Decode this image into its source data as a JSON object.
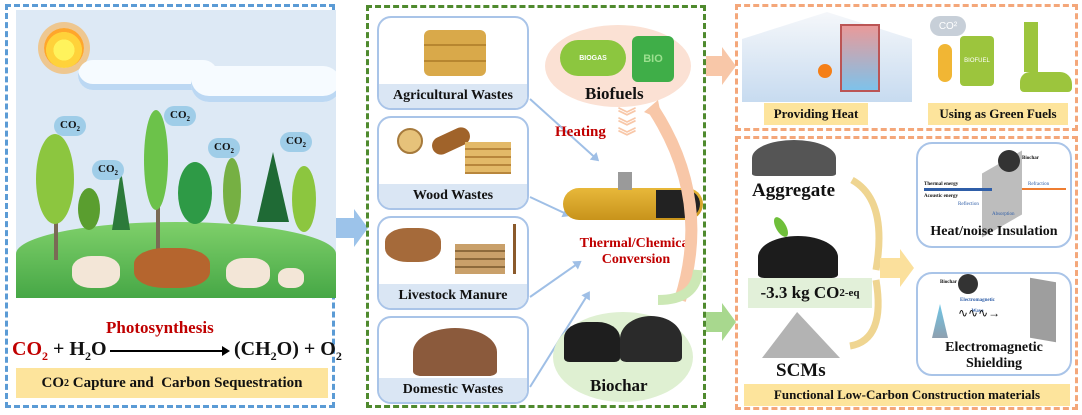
{
  "left_panel": {
    "co2_bubbles": [
      "CO",
      "CO",
      "CO",
      "CO",
      "CO"
    ],
    "co2_subscript": "2",
    "equation": {
      "reactant_co2": "CO",
      "reactant_co2_sub": "2",
      "plus_water": "+ H",
      "water_sub": "2",
      "water_tail": "O",
      "process": "Photosynthesis",
      "product_head": "(CH",
      "product_sub": "2",
      "product_tail": "O) + O",
      "oxygen_sub": "2"
    },
    "caption_head": "CO",
    "caption_sub": "2",
    "caption_tail": " Capture and  Carbon Sequestration"
  },
  "middle_panel": {
    "wastes": [
      {
        "label": "Agricultural Wastes"
      },
      {
        "label": "Wood Wastes"
      },
      {
        "label": "Livestock Manure"
      },
      {
        "label": "Domestic Wastes"
      }
    ],
    "biofuels": {
      "label": "Biofuels",
      "tank_text": "BIOGAS",
      "can_text": "BIO"
    },
    "heating_label": "Heating",
    "conversion_label_1": "Thermal/Chemical",
    "conversion_label_2": "Conversion",
    "biochar_label": "Biochar"
  },
  "right_top_panel": {
    "applications": [
      {
        "label": "Providing Heat"
      },
      {
        "label": "Using as Green Fuels",
        "fuel_text": "BIOFUEL",
        "cloud_text": "CO²"
      }
    ]
  },
  "right_bottom_panel": {
    "aggregate_label": "Aggregate",
    "co2_head": "-3.3 kg CO",
    "co2_sub": "2-eq",
    "scms_label": "SCMs",
    "insulation": {
      "title": "Heat/noise Insulation",
      "thermal": "Thermal energy",
      "acoustic": "Acoustic energy",
      "biochar": "Biochar",
      "refraction": "Refraction",
      "reflection": "Reflection",
      "absorption": "Absorption"
    },
    "shielding": {
      "title_1": "Electromagnetic",
      "title_2": "Shielding",
      "biochar": "Biochar",
      "wave_1": "Electromagnetic",
      "wave_2": "Wave"
    },
    "caption": "Functional Low-Carbon Construction materials"
  },
  "colors": {
    "left_border": "#5b9bd5",
    "middle_border": "#4f8a2e",
    "right_border": "#f4a77a",
    "accent_red": "#c00000",
    "caption_yellow": "#fde49c",
    "waste_label_blue": "#dae6f4"
  }
}
